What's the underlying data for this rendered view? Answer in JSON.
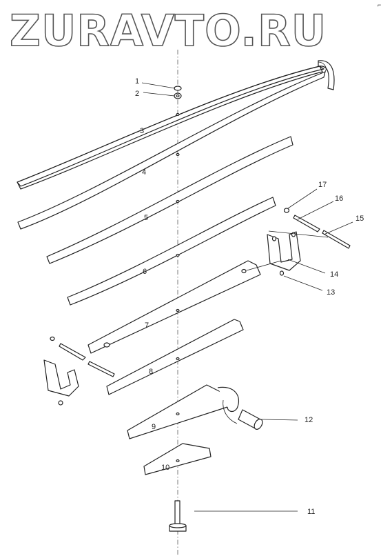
{
  "watermark": "ZURAVTO.RU",
  "corner_mark": "⌐",
  "labels": {
    "p1": "1",
    "p2": "2",
    "p3": "3",
    "p4": "4",
    "p5": "5",
    "p6": "6",
    "p7": "7",
    "p8": "8",
    "p9": "9",
    "p10": "10",
    "p11": "11",
    "p12": "12",
    "p13": "13",
    "p14": "14",
    "p15": "15",
    "p16": "16",
    "p17": "17"
  }
}
